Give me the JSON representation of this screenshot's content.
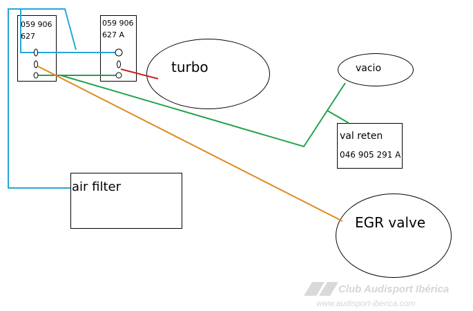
{
  "nodes": {
    "valve_a": {
      "label_line1": "059 906",
      "label_line2": "627"
    },
    "valve_b": {
      "label_line1": "059 906",
      "label_line2": "627 A"
    },
    "turbo": {
      "label": "turbo"
    },
    "vacio": {
      "label": "vacio"
    },
    "check_valve": {
      "label_line1": "val reten",
      "label_line2": "046 905 291 A"
    },
    "air_filter": {
      "label": "air filter"
    },
    "egr_valve": {
      "label": "EGR valve"
    }
  },
  "watermark": {
    "line1": "Club Audisport Ibérica",
    "line2": "www.audisport-iberica.com"
  },
  "colors": {
    "blue_hose": "#22a6d8",
    "green_hose": "#21a24a",
    "orange_hose": "#dd8a1c",
    "red_hose": "#cc2020",
    "outline": "#000000",
    "watermark": "#d9d9d9"
  }
}
